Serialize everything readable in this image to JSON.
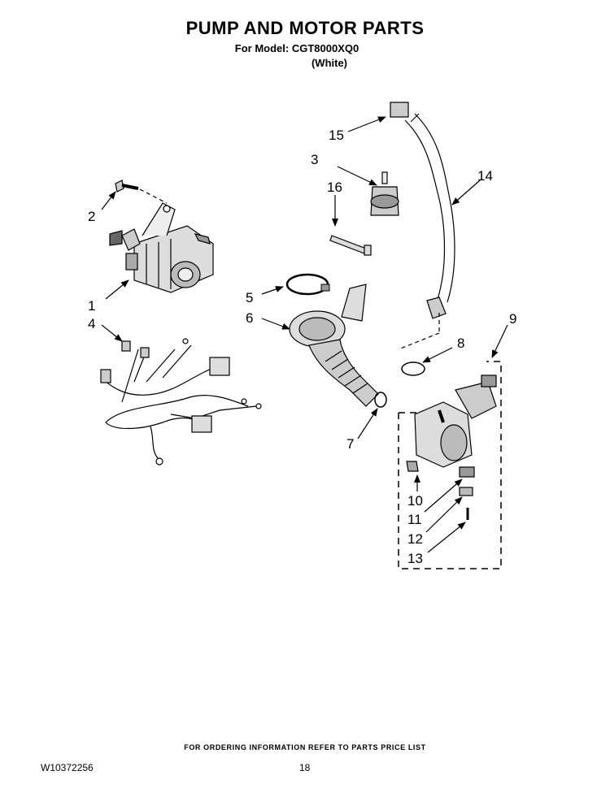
{
  "header": {
    "title": "PUMP AND MOTOR PARTS",
    "model_line": "For Model: CGT8000XQ0",
    "color_line": "(White)"
  },
  "callouts": [
    "1",
    "2",
    "3",
    "4",
    "5",
    "6",
    "7",
    "8",
    "9",
    "10",
    "11",
    "12",
    "13",
    "14",
    "15",
    "16"
  ],
  "footer": {
    "ordering_note": "FOR ORDERING INFORMATION REFER TO PARTS PRICE LIST",
    "document_number": "W10372256",
    "page_number": "18"
  }
}
